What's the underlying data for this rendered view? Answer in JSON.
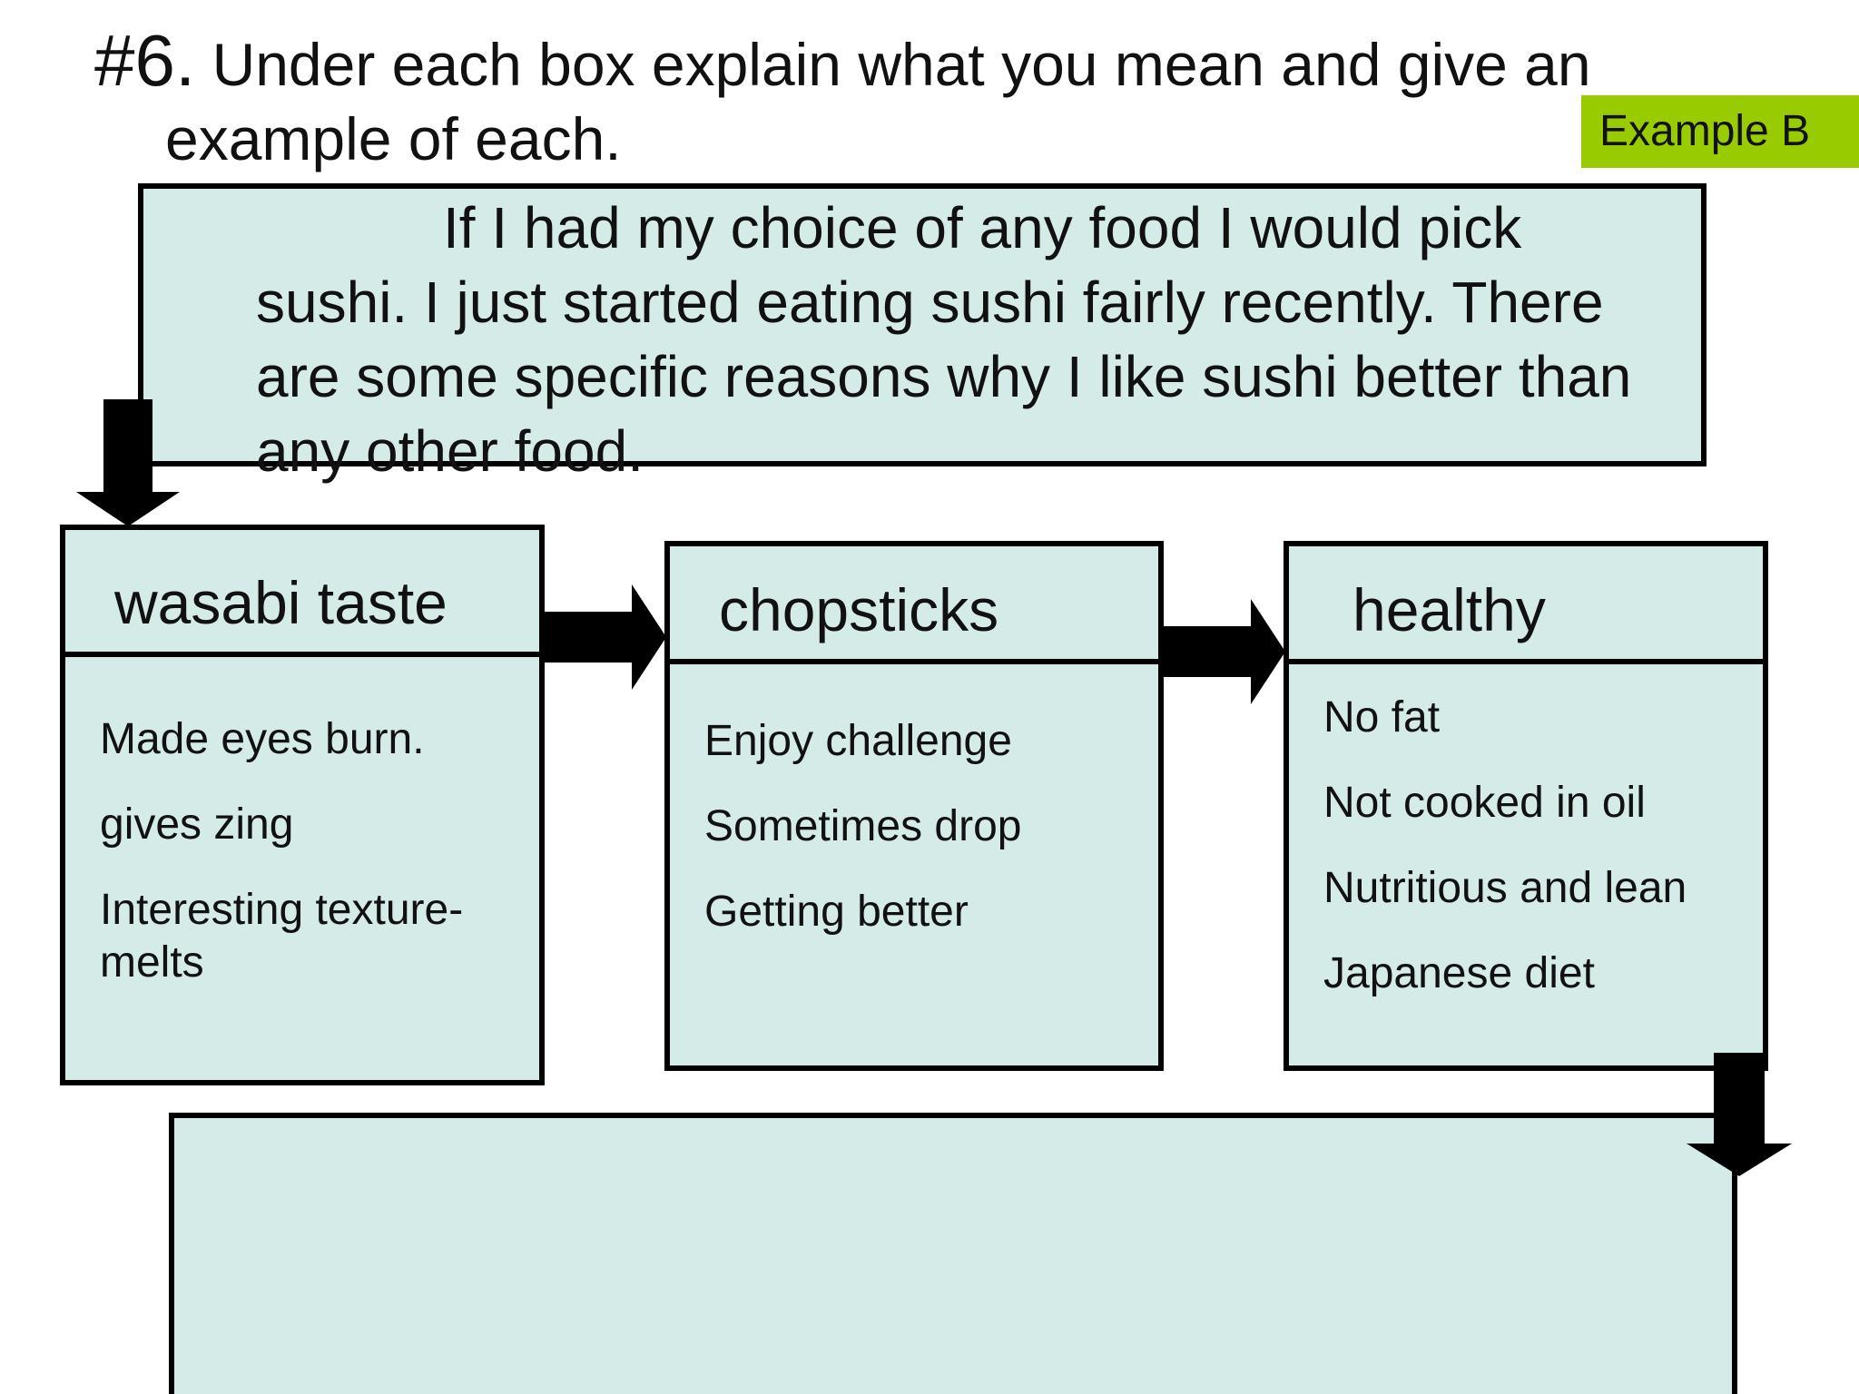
{
  "heading": {
    "number": "#6.",
    "line1": "Under each box explain what you mean and give an",
    "line2": "example of each."
  },
  "badge": {
    "label": "Example B",
    "color": "#99cc00"
  },
  "thesis": {
    "text": "If I had my choice of any food I would pick sushi. I just started eating sushi fairly recently. There are some specific reasons why I like sushi better than any other food."
  },
  "cards": [
    {
      "title": "wasabi taste",
      "items": [
        "Made eyes burn.",
        "gives zing",
        "Interesting texture-melts"
      ]
    },
    {
      "title": "chopsticks",
      "items": [
        "Enjoy challenge",
        "Sometimes drop",
        "Getting better"
      ]
    },
    {
      "title": "healthy",
      "items": [
        "No fat",
        "Not cooked in oil",
        "Nutritious and lean",
        "Japanese diet"
      ]
    }
  ],
  "conclusion": {
    "text": ""
  },
  "colors": {
    "box_fill": "#d4ebe8",
    "border": "#000000",
    "arrow": "#000000"
  }
}
